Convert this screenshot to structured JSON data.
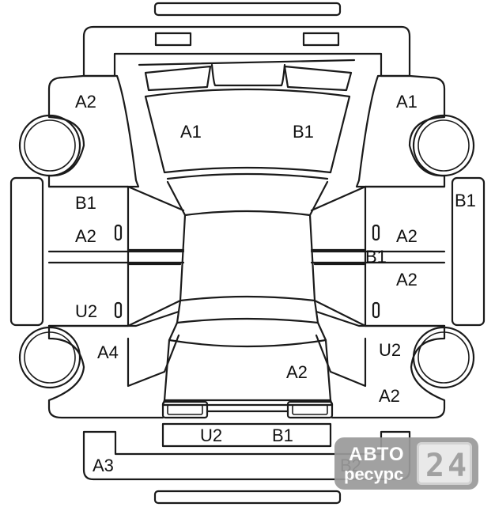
{
  "diagram": {
    "labels": {
      "left_front_fender": "A2",
      "right_front_fender": "A1",
      "hood_left": "A1",
      "hood_right": "B1",
      "left_front_door_top": "B1",
      "left_front_door_bottom": "A2",
      "left_rear_door": "U2",
      "left_rear_quarter": "A4",
      "right_front_fender_side": "B1",
      "right_front_door": "A2",
      "right_pillar": "B1",
      "right_rear_door": "A2",
      "right_rear_wheel": "U2",
      "right_rear_quarter": "A2",
      "trunk": "A2",
      "rear_panel_left": "U2",
      "rear_panel_right": "B1",
      "rear_bumper_left": "A3",
      "rear_bumper_right": "B2"
    }
  },
  "watermark": {
    "line1": "АВТО",
    "line2": "ресурс",
    "digit1": "2",
    "digit2": "4"
  }
}
